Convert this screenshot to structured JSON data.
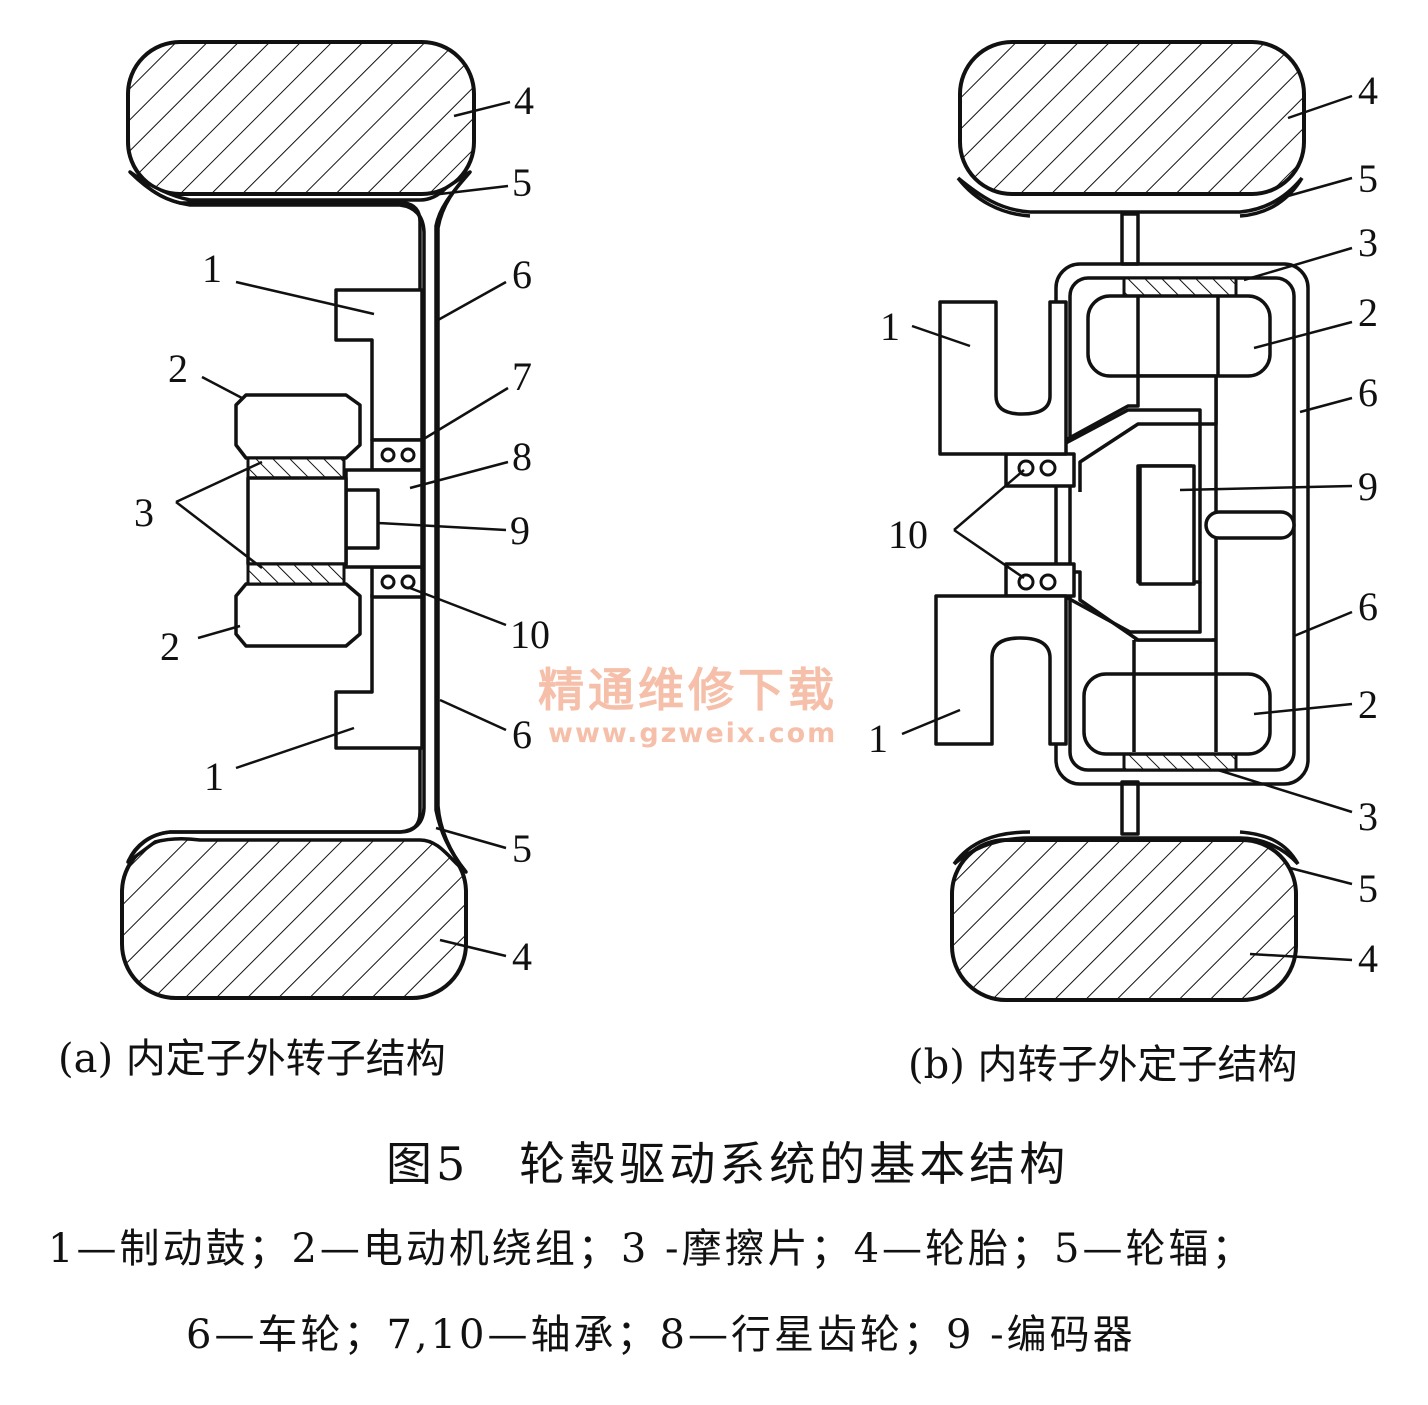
{
  "diagram_a": {
    "caption": "(a) 内定子外转子结构",
    "callouts": {
      "c1_top": "1",
      "c1_bot": "1",
      "c2_top": "2",
      "c2_bot": "2",
      "c3": "3",
      "c4_top": "4",
      "c4_bot": "4",
      "c5_top": "5",
      "c5_bot": "5",
      "c6_top": "6",
      "c6_bot": "6",
      "c7": "7",
      "c8": "8",
      "c9": "9",
      "c10": "10"
    }
  },
  "diagram_b": {
    "caption": "(b) 内转子外定子结构",
    "callouts": {
      "c1_top": "1",
      "c1_bot": "1",
      "c2_top": "2",
      "c2_bot": "2",
      "c3_top": "3",
      "c3_bot": "3",
      "c4_top": "4",
      "c4_bot": "4",
      "c5_top": "5",
      "c5_bot": "5",
      "c6_top": "6",
      "c6_bot": "6",
      "c9": "9",
      "c10": "10"
    }
  },
  "figure_title": "图5　轮毂驱动系统的基本结构",
  "legend_line1": "1—制动鼓；2—电动机绕组；3 -摩擦片；4—轮胎；5—轮辐；",
  "legend_line2": "6—车轮；7,10—轴承；8—行星齿轮；9 -编码器",
  "watermark": {
    "line1": "精通维修下载",
    "line2": "www.gzweix.com"
  }
}
